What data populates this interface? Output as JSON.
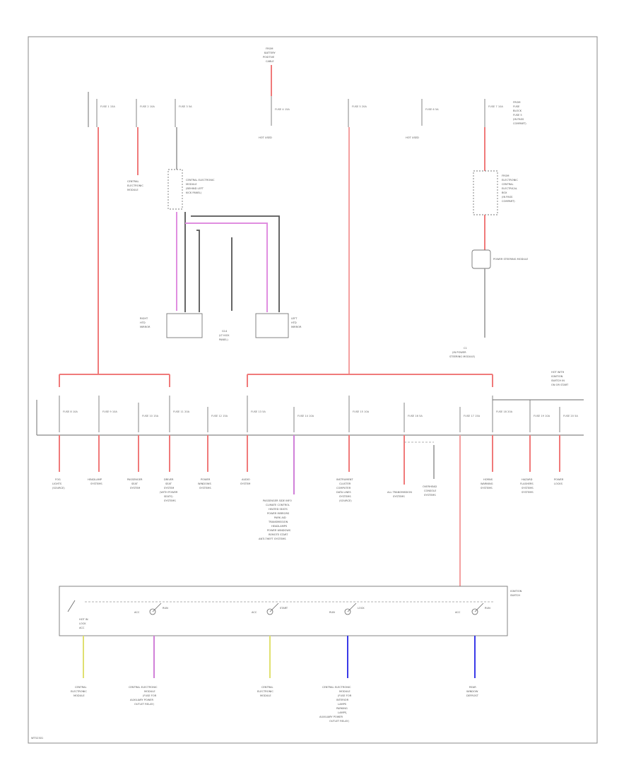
{
  "diagram_code": "WT52301",
  "top_labels": {
    "battery_feed": [
      "FROM",
      "BATTERY",
      "POSITIVE",
      "CABLE"
    ],
    "hot_1": "HOT USED",
    "hot_2": "HOT USED",
    "right_note": [
      "FROM",
      "FUSE",
      "BLOCK",
      "FUSE 5",
      "(IN PASS",
      "COMPART)"
    ],
    "module_top_right": [
      "FROM",
      "ELECTRONIC",
      "CENTRAL",
      "ELECTRICAL",
      "BOX",
      "(IN PASS",
      "COMPART)"
    ],
    "trailer_module": "POWER STEERING MODULE",
    "trailer_sub": [
      "C1",
      "(IN POWER",
      "STEERING MODULE)"
    ],
    "module_center_title": [
      "CENTRAL ELECTRONIC",
      "MODULE",
      "(BEHIND LEFT",
      "KICK PANEL)"
    ],
    "left_conn": [
      "RIGHT",
      "HTD",
      "MIRROR"
    ],
    "right_conn": [
      "LEFT",
      "HTD",
      "MIRROR"
    ],
    "ground_center": [
      "G14",
      "(LT KICK",
      "PANEL)"
    ],
    "right_box_note": [
      "HOT WITH",
      "IGNITION",
      "SWITCH IN",
      "ON OR START"
    ]
  },
  "fuse_labels": {
    "top": [
      "FUSE 1 15A",
      "FUSE 2 10A",
      "FUSE 3 5A",
      "FUSE 4 15A",
      "FUSE 5 20A",
      "FUSE 6 5A",
      "FUSE 7 10A"
    ],
    "bottom": [
      "FUSE 8 10A",
      "FUSE 9 10A",
      "FUSE 10 15A",
      "FUSE 11 20A",
      "FUSE 12 15A",
      "FUSE 13 5A",
      "FUSE 14 10A",
      "FUSE 15 10A",
      "FUSE 16 5A",
      "FUSE 17 15A",
      "FUSE 18 20A",
      "FUSE 19 10A",
      "FUSE 20 5A"
    ]
  },
  "load_labels": [
    [
      "FOG",
      "LIGHTS",
      "(SOURCE)"
    ],
    [
      "HEADLAMP",
      "SYSTEMS"
    ],
    [
      "PASSENGER",
      "SEAT",
      "SYSTEM"
    ],
    [
      "DRIVER",
      "SEAT",
      "SYSTEM",
      "(WITH POWER",
      "SEATS)",
      "SYSTEMS"
    ],
    [
      "POWER",
      "WINDOWS",
      "SYSTEMS"
    ],
    [
      "AUDIO",
      "SYSTEM"
    ],
    [
      "PASSENGER SIDE INFO",
      "CLIMATE CONTROL",
      "HEATED SEATS",
      "POWER MIRRORS",
      "PARK AID",
      "TRANSMISSION",
      "HEADLAMPS",
      "POWER WINDOWS",
      "REMOTE START",
      "ANTI-THEFT SYSTEMS"
    ],
    [
      "INSTRUMENT",
      "CLUSTER",
      "COMPUTER",
      "DATA LINES",
      "SYSTEMS",
      "(SOURCE)"
    ],
    [
      "ALL TRANSMISSION",
      "SYSTEMS"
    ],
    [
      "OVERHEAD",
      "CONSOLE",
      "SYSTEMS"
    ],
    [
      "HORNS",
      "WARNING",
      "SYSTEMS"
    ],
    [
      "HAZARD",
      "FLASHERS",
      "SYSTEMS",
      "SYSTEMS"
    ],
    [
      "POWER",
      "LOCKS"
    ]
  ],
  "bottom_labels": [
    [
      "CENTRAL",
      "ELECTRONIC",
      "MODULE"
    ],
    [
      "CENTRAL ELECTRONIC",
      "MODULE",
      "(FUSE FOR",
      "AUXILIARY POWER",
      "OUTLET RELAY)"
    ],
    [
      "CENTRAL",
      "ELECTRONIC",
      "MODULE"
    ],
    [
      "CENTRAL ELECTRONIC",
      "MODULE",
      "(FUSE FOR",
      "INTERIOR",
      "LAMPS",
      "PARKING",
      "LAMPS,",
      "AUXILIARY POWER",
      "OUTLET RELAY)"
    ],
    [
      "REAR",
      "WINDOW",
      "DEFROST"
    ]
  ],
  "bottom_box": {
    "title": [
      "IGNITION",
      "SWITCH"
    ],
    "switch_labels": [
      "ACC",
      "RUN",
      "START",
      "LOCK"
    ],
    "sw1_note": [
      "HOT IN",
      "LOCK",
      "ACC"
    ]
  },
  "colors": {
    "red_wire": "#f07a7a",
    "magenta_wire": "#e08ee0",
    "yellow_wire": "#e0e070",
    "blue_wire": "#3a3ae8",
    "black_wire": "#555555"
  }
}
